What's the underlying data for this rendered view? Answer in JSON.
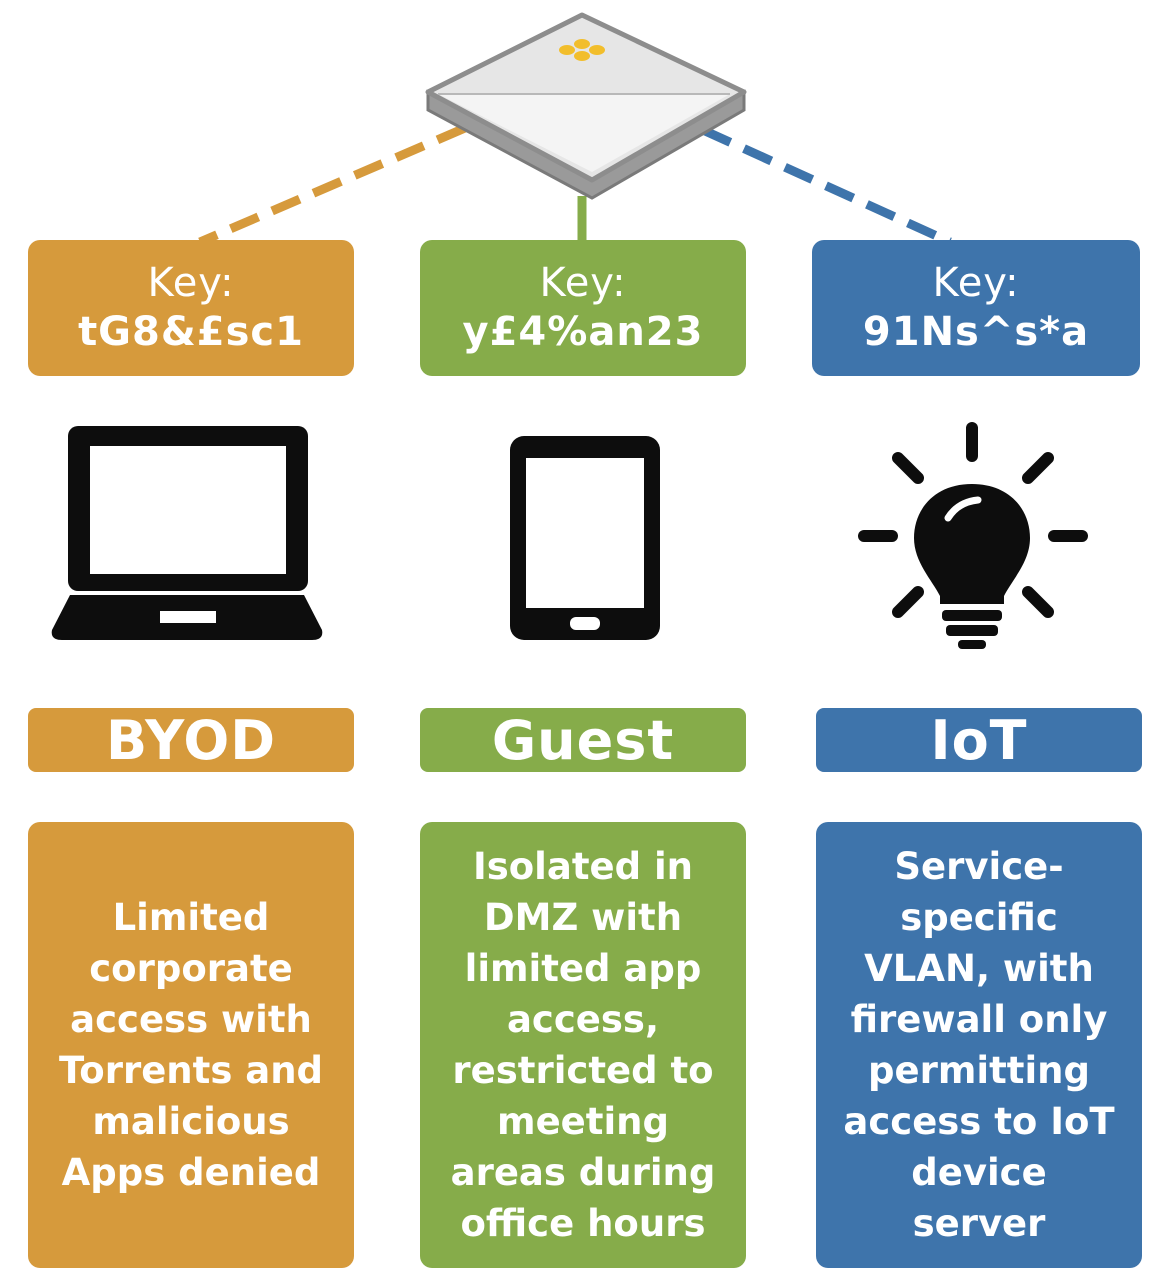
{
  "colors": {
    "byod": "#D69A3C",
    "guest": "#86AC4A",
    "iot": "#3E74AB",
    "icon": "#0d0d0d",
    "ap_body": "#dcdcdc",
    "ap_edge": "#8d8d8d",
    "ap_leds": "#F2BE2C"
  },
  "access_point": {
    "icon": "access-point-device"
  },
  "columns": [
    {
      "id": "byod",
      "key_label": "Key:",
      "key_value": "tG8&£sc1",
      "icon": "laptop-icon",
      "name": "BYOD",
      "description": "Limited\ncorporate\naccess with\nTorrents and\nmalicious\nApps denied"
    },
    {
      "id": "guest",
      "key_label": "Key:",
      "key_value": "y£4%an23",
      "icon": "tablet-icon",
      "name": "Guest",
      "description": "Isolated in\nDMZ with\nlimited app\naccess,\nrestricted to\nmeeting\nareas during\noffice hours"
    },
    {
      "id": "iot",
      "key_label": "Key:",
      "key_value": "91Ns^s*a",
      "icon": "light-bulb-icon",
      "name": "IoT",
      "description": "Service-\nspecific\nVLAN, with\nfirewall only\npermitting\naccess to IoT\ndevice\nserver"
    }
  ]
}
